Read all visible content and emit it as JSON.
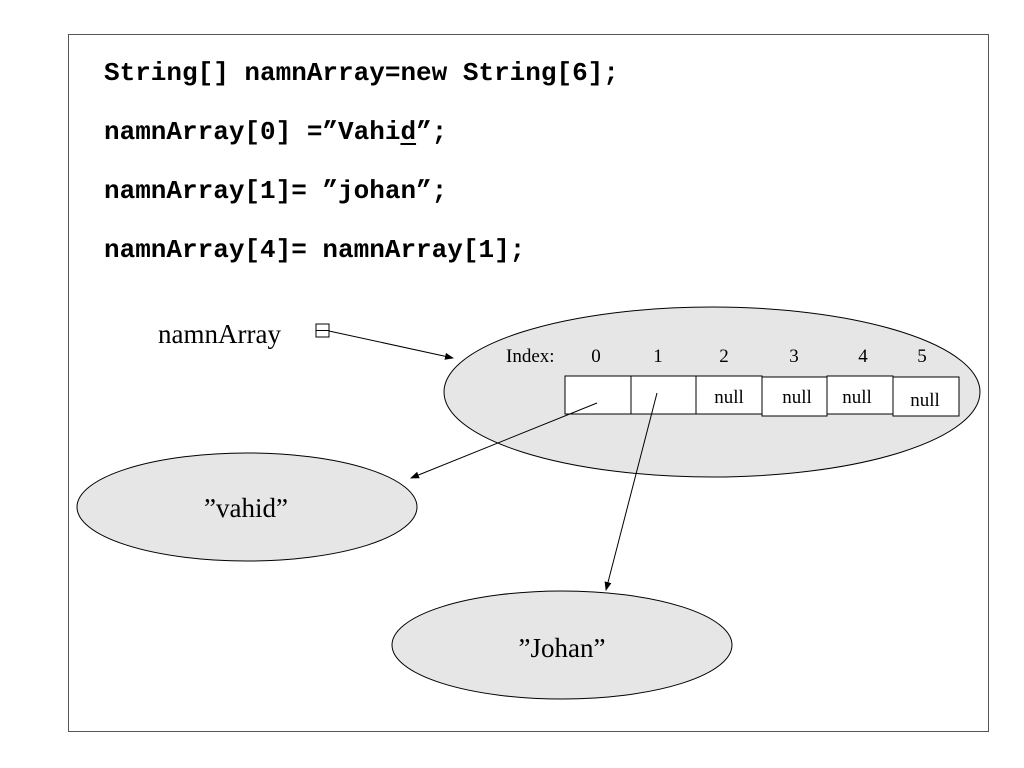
{
  "code": {
    "line1": "String[] namnArray=new String[6];",
    "line2": {
      "before": "namnArray[0] =”Vahi",
      "underlined": "d",
      "after": "”;"
    },
    "line3": "namnArray[1]= ”johan”;",
    "line4": "namnArray[4]= namnArray[1];"
  },
  "diagram": {
    "variable_label": "namnArray",
    "index_label": "Index:",
    "indices": [
      "0",
      "1",
      "2",
      "3",
      "4",
      "5"
    ],
    "cells": [
      "",
      "",
      "null",
      "null",
      "null",
      "null"
    ],
    "string_objects": [
      "”vahid”",
      "”Johan”"
    ]
  },
  "colors": {
    "ellipse_fill": "#e6e6e6",
    "stroke": "#000000",
    "frame": "#555555"
  }
}
